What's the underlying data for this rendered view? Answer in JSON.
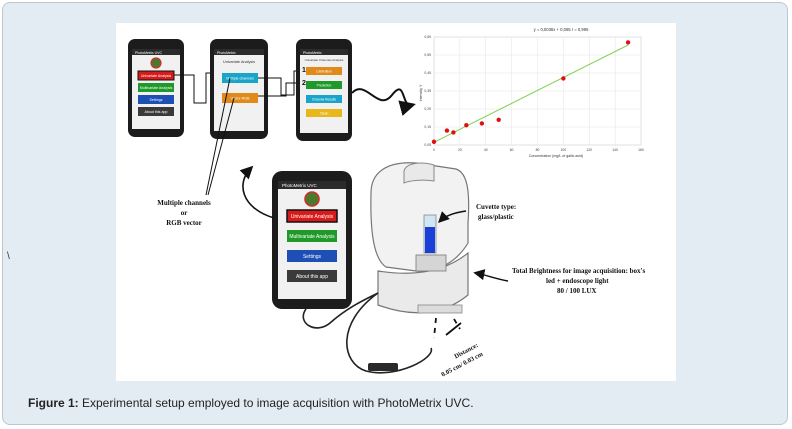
{
  "caption": {
    "label": "Figure 1:",
    "text": " Experimental setup employed to image acquisition with PhotoMetrix UVC."
  },
  "stray_mark": "\\",
  "phones": {
    "main_menu": {
      "app_title": "PhotoMetrix UVC",
      "buttons": [
        "Univariate Analysis",
        "Multivariate Analysis",
        "Settings",
        "About this app"
      ]
    },
    "univariate": {
      "app_title": "PhotoMetrix",
      "header": "Univariate Analysis",
      "buttons": [
        "Multiple channels",
        "Vector RGB"
      ]
    },
    "channels": {
      "app_title": "PhotoMetrix",
      "header": "Univariate Channels Analysis",
      "buttons": [
        "Calibration",
        "Prediction",
        "Channel Results",
        "Clean"
      ],
      "markers": [
        "1",
        "2"
      ]
    },
    "large": {
      "app_title": "PhotoMetrix UVC",
      "buttons": [
        "Univariate Analysis",
        "Multivariate Analysis",
        "Settings",
        "About this app"
      ]
    }
  },
  "labels": {
    "multiple_channels": [
      "Multiple channels",
      "or",
      "RGB vector"
    ],
    "cuvette": [
      "Cuvette type:",
      "glass/plastic"
    ],
    "brightness": [
      "Total Brightness for image acquisition: box's",
      "led + endoscope light",
      "80 / 100 LUX"
    ],
    "distance": [
      "Distance:",
      "0.05 cm/ 0.03 cm"
    ]
  },
  "colors": {
    "red_button": "#d91a1a",
    "green_button": "#1f9a2a",
    "blue_button": "#1e4fb5",
    "dark_button": "#3a3a3a",
    "orange_button": "#e08a1a",
    "teal_button": "#19a5c9",
    "fit_line": "#7bd14a",
    "points": "#e01010"
  },
  "chart_data": {
    "type": "scatter",
    "title": "y = 0,0036x + 0,065   r = 0,995",
    "xlabel": "Concentration (mg/L of gallic acid)",
    "ylabel": "Intensity Y",
    "xlim": [
      0,
      160
    ],
    "ylim": [
      0.05,
      0.65
    ],
    "x_ticks": [
      "0",
      "20",
      "40",
      "60",
      "80",
      "100",
      "120",
      "140",
      "160"
    ],
    "y_ticks": [
      "0,05",
      "0,15",
      "0,25",
      "0,35",
      "0,45",
      "0,55",
      "0,65"
    ],
    "points_x": [
      0,
      10,
      15,
      25,
      37,
      50,
      100,
      150
    ],
    "points_y": [
      0.068,
      0.13,
      0.12,
      0.16,
      0.17,
      0.19,
      0.42,
      0.62
    ],
    "fit": {
      "slope": 0.0036,
      "intercept": 0.065
    }
  }
}
